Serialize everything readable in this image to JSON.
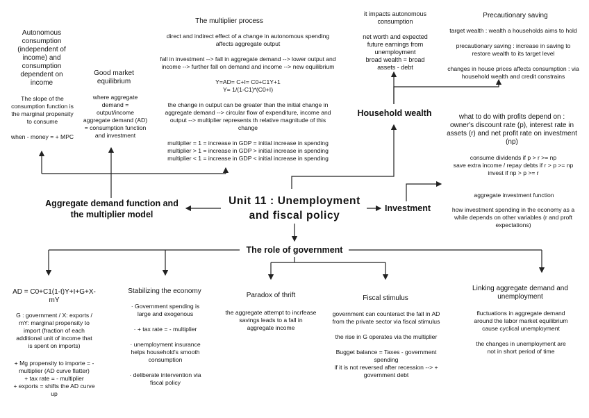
{
  "center": {
    "title": "Unit 11 : Unemployment\nand fiscal policy"
  },
  "ad_branch": {
    "label": "Aggregate demand function and\nthe multiplier model",
    "autonomous": "Autonomous\nconsumption\n(independent of\nincome) and\nconsumption\ndependent on\nincome",
    "slope": "The slope of the\nconsumption function is\nthe marginal propensity\nto consume\n\nwhen - money = + MPC",
    "good_market_title": "Good market\nequilibrium",
    "good_market_text": "where aggregate\ndemand =\noutput/income\naggregate demand (AD)\n= consumption function\nand investment",
    "multiplier_title": "The multiplier process",
    "multiplier_text": "direct and indirect effect of a change in autonomous spending\naffects aggregate output\n\nfall in investment --> fall in aggregate demand --> lower output and\nincome --> further fall on demand and income --> new equilibrium\n\nY=AD= C+I= C0+C1Y+1\nY= 1/(1-C1)*(C0+I)\n\nthe change in output can be greater than the initial change in\naggregate demand --> circular flow of expenditure, income and\noutput --> multiplier represents th relative magnitude of this\nchange\n\nmultiplier = 1 = increase in GDP = initial increase in spending\nmultiplier > 1 = increase in GDP > initial increase in spending\nmultiplier < 1 = increase in GDP < initial increase in spending"
  },
  "household": {
    "label": "Household wealth",
    "impacts": "it impacts autonomous\nconsumption\n\nnet worth and expected\nfuture earnings from\nunemployment\nbroad wealth = broad\nassets - debt",
    "precaution_title": "Precautionary saving",
    "precaution_text": "target wealth : wealth a households aims to hold\n\nprecautionary saving : increase in saving to\nrestore wealth to its target level\n\nchanges in house prices affects consumption : via\nhousehold wealth and credit constrains"
  },
  "investment": {
    "label": "Investment",
    "profits": "what to do with profits depend on :\nowner's discount rate (p), interest rate in\nassets (r) and net profit rate on investment\n(np)",
    "dividends": "consume dividends if p > r >= np\nsave extra income / repay debts if r > p >= np\ninvest if np > p >= r",
    "function_title": "aggregate investment function",
    "function_text": "how investment spending in the economy as a\nwhile depends on other variables (r and proft\nexpectations)"
  },
  "government": {
    "label": "The role of government",
    "ad_eq": "AD = C0+C1(1-t)Y+I+G+X-\nmY",
    "ad_notes": "G : government / X: exports /\nmY: marginal propensity to\nimport (fraction of each\nadditional unit of income that\nis spent on imports)",
    "ad_effects": "+ Mg propensity to importe = -\nmultiplier (AD curve flatter)\n+ tax rate = - multiplier\n+ exports = shifts the AD curve\nup",
    "stab_title": "Stabilizing the economy",
    "stab_text": "· Government spending is\nlarge and exogenous\n\n· + tax rate = - multiplier\n\n· unemployment insurance\nhelps household's smooth\nconsumption\n\n· deliberate intervention via\nfiscal policy",
    "thrift_title": "Paradox of thrift",
    "thrift_text": "the aggregate attempt to incrfease\nsavings leads to a fall in\naggregate income",
    "stim_title": "Fiscal stimulus",
    "stim_text": "government can counteract the fall in AD\nfrom the private sector via fiscal stimulus\n\nthe rise in G operates via the multiplier\n\nBugget balance = Taxes - government\nspending\nif it is not reversed after recession --> +\ngovernment debt",
    "link_title": "Linking aggregate demand and\nunemployment",
    "link_text": "fluctuations in aggregate demand\naround the labor market equilibrium\ncause cyclical unemployment\n\nthe changes in unemployment are\nnot in short period of time"
  }
}
